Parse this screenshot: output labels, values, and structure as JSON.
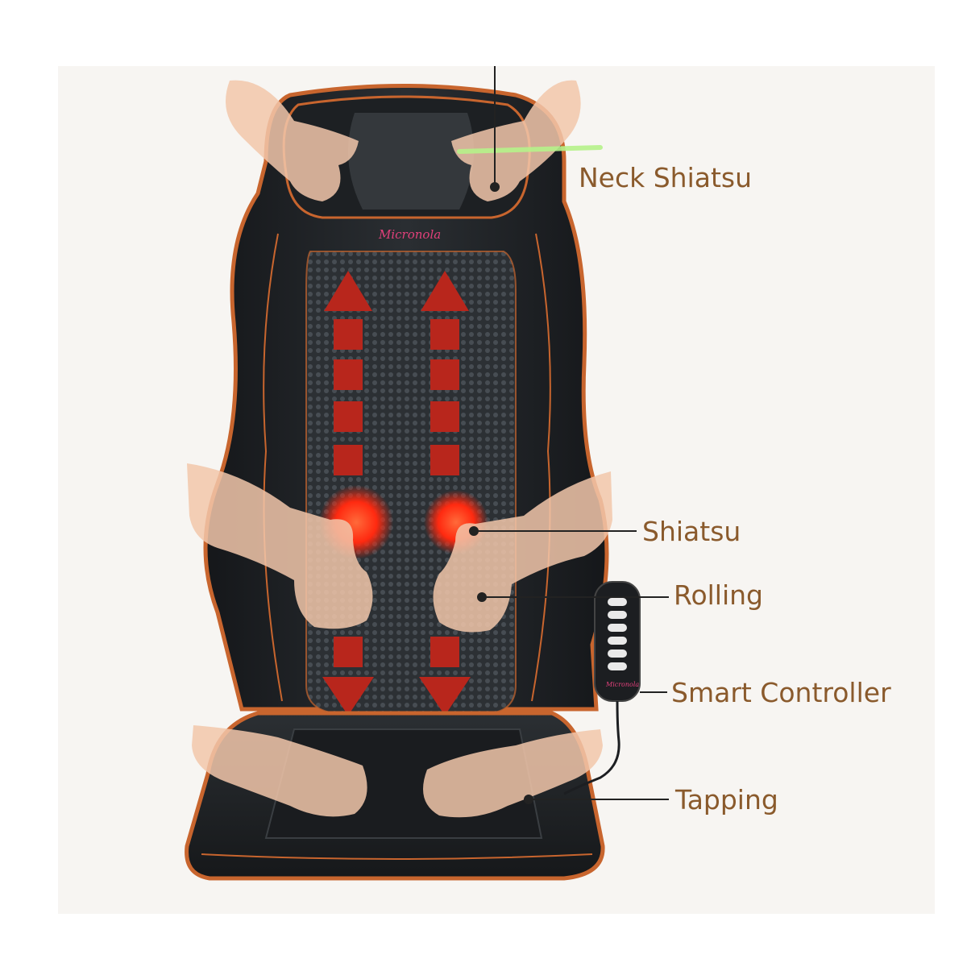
{
  "diagram": {
    "brand_text": "Micronola",
    "controller_brand_text": "Micronola",
    "callouts": [
      {
        "id": "neck-shiatsu",
        "label": "Neck Shiatsu"
      },
      {
        "id": "shiatsu",
        "label": "Shiatsu"
      },
      {
        "id": "rolling",
        "label": "Rolling"
      },
      {
        "id": "smart-controller",
        "label": "Smart Controller"
      },
      {
        "id": "tapping",
        "label": "Tapping"
      }
    ],
    "colors": {
      "background_panel": "#f7f5f2",
      "cushion": "#23262a",
      "mesh": "#3a3f44",
      "piping": "#c8652e",
      "arrows": "#b8261c",
      "glow": "#ff3a1a",
      "hands": "#f2c7aa",
      "label_text": "#8a5a2c",
      "leader_lines": "#222222",
      "highlight": "#b6f28a"
    }
  }
}
